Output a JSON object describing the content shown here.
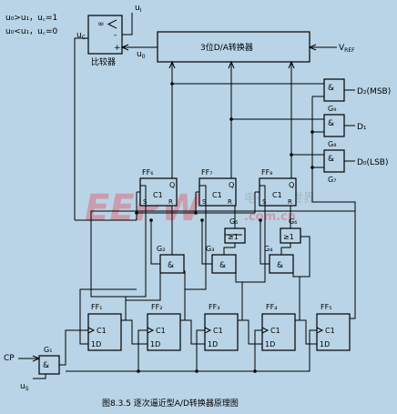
{
  "comparator": {
    "label": "比较器",
    "symbol": "∞",
    "input_ui": "u",
    "input_ui_sub": "I",
    "input_uo": "u",
    "input_uo_sub": "0",
    "output_uc": "u",
    "output_uc_sub": "C",
    "plus": "+",
    "minus": "-"
  },
  "conditions": [
    "u₀>u₁，u꜀=1",
    "u₀<u₁，u꜀=0"
  ],
  "dac": {
    "label": "3位D/A转换器",
    "vref": "V",
    "vref_sub": "REF"
  },
  "and_symbol": "&",
  "or_symbol": "≥1",
  "outputs": {
    "d2": "D₂(MSB)",
    "d1": "D₁",
    "d0": "D₀(LSB)"
  },
  "gates": {
    "g1": "G₁",
    "g2": "G₂",
    "g3": "G₃",
    "g4": "G₄",
    "g5": "G₅",
    "g6": "G₆",
    "g7": "G₇",
    "g8": "G₈",
    "g9": "G₉"
  },
  "latches": [
    {
      "name": "FF₆",
      "s": "S",
      "r": "R",
      "q": "Q",
      "c": "C1"
    },
    {
      "name": "FF₇",
      "s": "S",
      "r": "R",
      "q": "Q",
      "c": "C1"
    },
    {
      "name": "FF₈",
      "s": "S",
      "r": "R",
      "q": "Q",
      "c": "C1"
    }
  ],
  "shift_ffs": [
    {
      "name": "FF₁",
      "c": "C1",
      "d": "1D"
    },
    {
      "name": "FF₂",
      "c": "C1",
      "d": "1D"
    },
    {
      "name": "FF₃",
      "c": "C1",
      "d": "1D"
    },
    {
      "name": "FF₄",
      "c": "C1",
      "d": "1D"
    },
    {
      "name": "FF₅",
      "c": "C1",
      "d": "1D"
    }
  ],
  "inputs": {
    "cp": "CP",
    "us": "u",
    "us_sub": "S"
  },
  "caption": "图8.3.5   逐次逼近型A/D转换器原理图",
  "watermark": {
    "logo": "EEPW",
    "url": ".com.cn",
    "sub": "电子产品世界"
  }
}
